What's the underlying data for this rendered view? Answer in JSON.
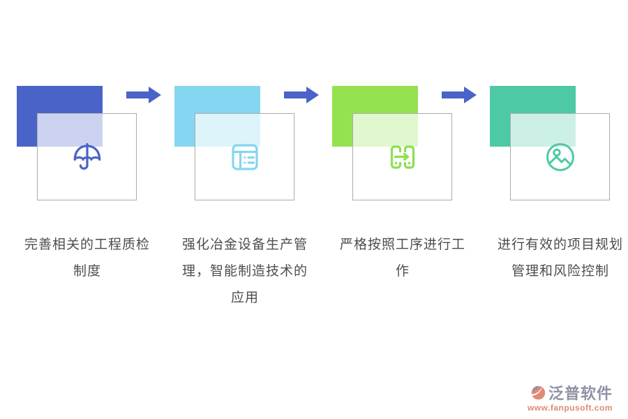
{
  "steps": [
    {
      "label": "完善相关的工程质检制度",
      "color": "#4a63c8",
      "icon": "umbrella-icon"
    },
    {
      "label": "强化冶金设备生产管理，智能制造技术的应用",
      "color": "#85d6f0",
      "icon": "table-list-icon"
    },
    {
      "label": "严格按照工序进行工作",
      "color": "#94e24f",
      "icon": "transfer-arrow-icon"
    },
    {
      "label": "进行有效的项目规划管理和风险控制",
      "color": "#4ec9a5",
      "icon": "image-icon"
    }
  ],
  "arrow_color": "#4a63c8",
  "caption_text_color": "#4d4d4d",
  "watermark": {
    "brand": "泛普软件",
    "url": "www.fanpusoft.com",
    "brand_text_color": "#8e93a6",
    "accent_color": "#df8b76"
  }
}
